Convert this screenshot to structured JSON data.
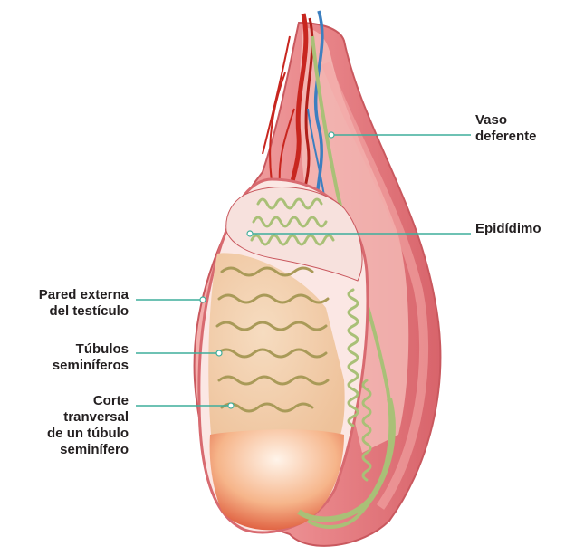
{
  "diagram": {
    "colors": {
      "leader_line": "#3fae9b",
      "skin": "#e9868a",
      "skin_inner": "#f6c2bc",
      "artery": "#c8261f",
      "vein": "#3c7fc0",
      "duct": "#a9c077",
      "tubule_fill": "#f1caa0",
      "epididymis_fill": "#f7e1dd"
    },
    "labels": {
      "vaso_deferente": [
        "Vaso",
        "deferente"
      ],
      "epididimo": [
        "Epidídimo"
      ],
      "pared_externa": [
        "Pared externa",
        "del testículo"
      ],
      "tubulos": [
        "Túbulos",
        "seminíferos"
      ],
      "corte": [
        "Corte",
        "tranversal",
        "de un túbulo",
        "seminífero"
      ]
    }
  }
}
